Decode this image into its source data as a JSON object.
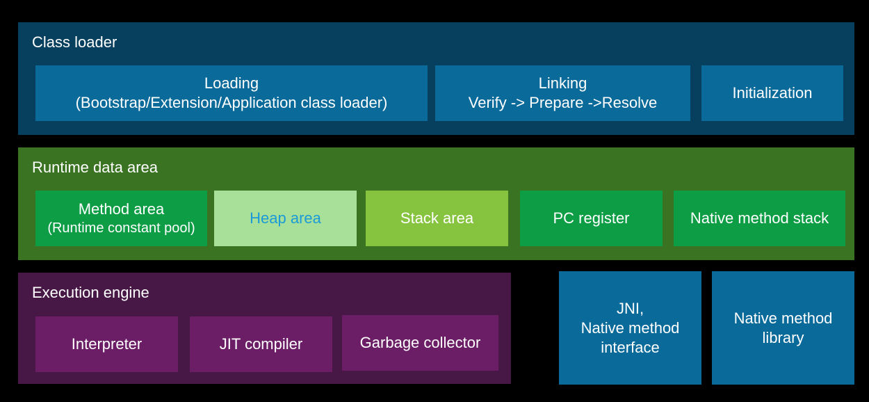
{
  "class_loader": {
    "title": "Class loader",
    "loading": {
      "line1": "Loading",
      "line2": "(Bootstrap/Extension/Application class loader)"
    },
    "linking": {
      "line1": "Linking",
      "line2": "Verify -> Prepare ->Resolve"
    },
    "initialization": "Initialization",
    "colors": {
      "panel": "#07405e",
      "box": "#0a6a9a"
    }
  },
  "runtime_data_area": {
    "title": "Runtime data area",
    "method_area": {
      "line1": "Method area",
      "line2": "(Runtime constant pool)"
    },
    "heap_area": "Heap area",
    "stack_area": "Stack area",
    "pc_register": "PC register",
    "native_method_stack": "Native method stack",
    "colors": {
      "panel": "#3a7423",
      "box": "#0c9d45",
      "heap": "#a8e09a",
      "heap_text": "#1a9ad6",
      "stack": "#86c440"
    }
  },
  "execution_engine": {
    "title": "Execution engine",
    "interpreter": "Interpreter",
    "jit_compiler": "JIT compiler",
    "garbage_collector": "Garbage collector",
    "colors": {
      "panel": "#471846",
      "box": "#6b1e66"
    }
  },
  "jni": {
    "line1": "JNI,",
    "line2": "Native method",
    "line3": "interface"
  },
  "native_method_library": {
    "line1": "Native method",
    "line2": "library"
  }
}
